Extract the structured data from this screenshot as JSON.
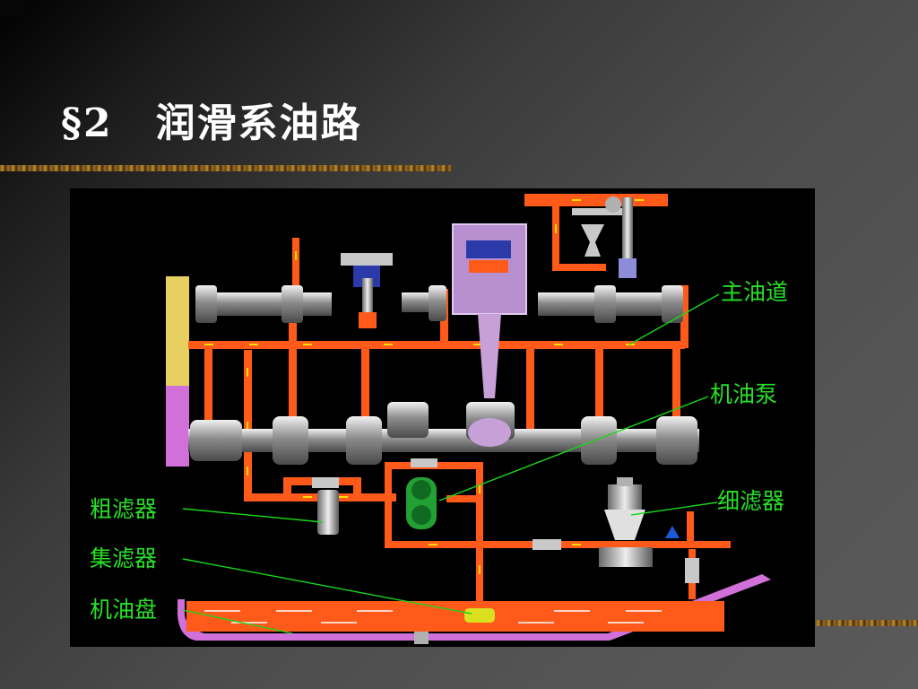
{
  "title": {
    "section": "§2",
    "text": "润滑系油路"
  },
  "diagram": {
    "labels": {
      "main_gallery": "主油道",
      "oil_pump": "机油泵",
      "fine_filter": "细滤器",
      "coarse_filter": "粗滤器",
      "strainer": "集滤器",
      "oil_pan": "机油盘"
    }
  },
  "colors": {
    "oil": "#ff5a1a",
    "oil_flow": "#ffe000",
    "callout": "#27e027",
    "casing": "#d070d8",
    "piston": "#b890d0",
    "steel": "#c8c8c8"
  }
}
